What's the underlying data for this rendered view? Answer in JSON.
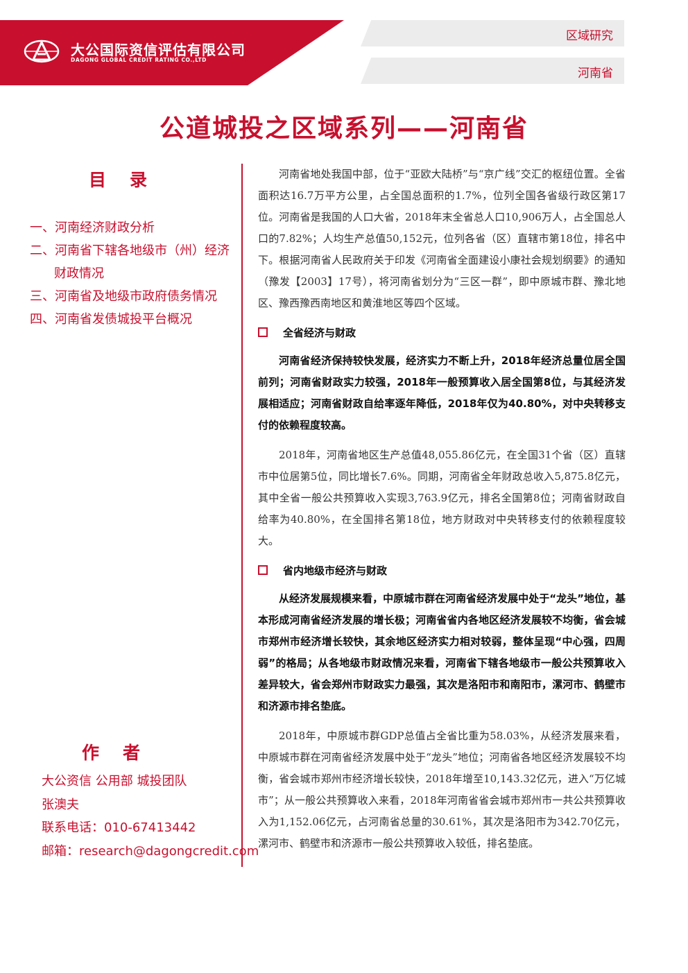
{
  "header": {
    "company_cn": "大公国际资信评估有限公司",
    "company_en": "DAGONG GLOBAL CREDIT RATING CO.,LTD",
    "tag_category": "区域研究",
    "tag_region": "河南省"
  },
  "title": "公道城投之区域系列——河南省",
  "toc": {
    "title": "目录",
    "items": [
      "一、河南经济财政分析",
      "二、河南省下辖各地级市（州）经济财政情况",
      "三、河南省及地级市政府债务情况",
      "四、河南省发债城投平台概况"
    ]
  },
  "authors": {
    "title": "作者",
    "team": "大公资信 公用部 城投团队",
    "name": "张澳夫",
    "phone": "联系电话：010-67413442",
    "email": "邮箱：research@dagongcredit.com"
  },
  "content": {
    "intro": "河南省地处我国中部，位于“亚欧大陆桥”与“京广线”交汇的枢纽位置。全省面积达16.7万平方公里，占全国总面积的1.7%，位列全国各省级行政区第17位。河南省是我国的人口大省，2018年末全省总人口10,906万人，占全国总人口的7.82%；人均生产总值50,152元，位列各省（区）直辖市第18位，排名中下。根据河南省人民政府关于印发《河南省全面建设小康社会规划纲要》的通知（豫发【2003】17号），将河南省划分为“三区一群”，即中原城市群、豫北地区、豫西豫西南地区和黄淮地区等四个区域。",
    "section1_title": "全省经济与财政",
    "section1_summary": "河南省经济保持较快发展，经济实力不断上升，2018年经济总量位居全国前列；河南省财政实力较强，2018年一般预算收入居全国第8位，与其经济发展相适应；河南省财政自给率逐年降低，2018年仅为40.80%，对中央转移支付的依赖程度较高。",
    "section1_body": "2018年，河南省地区生产总值48,055.86亿元，在全国31个省（区）直辖市中位居第5位，同比增长7.6%。同期，河南省全年财政总收入5,875.8亿元，其中全省一般公共预算收入实现3,763.9亿元，排名全国第8位；河南省财政自给率为40.80%，在全国排名第18位，地方财政对中央转移支付的依赖程度较大。",
    "section2_title": "省内地级市经济与财政",
    "section2_summary": "从经济发展规模来看，中原城市群在河南省经济发展中处于“龙头”地位，基本形成河南省经济发展的增长极；河南省省内各地区经济发展较不均衡，省会城市郑州市经济增长较快，其余地区经济实力相对较弱，整体呈现“中心强，四周弱”的格局；从各地级市财政情况来看，河南省下辖各地级市一般公共预算收入差异较大，省会郑州市财政实力最强，其次是洛阳市和南阳市，漯河市、鹤壁市和济源市排名垫底。",
    "section2_body": "2018年，中原城市群GDP总值占全省比重为58.03%，从经济发展来看，中原城市群在河南省经济发展中处于“龙头”地位；河南省各地区经济发展较不均衡，省会城市郑州市经济增长较快，2018年增至10,143.32亿元，进入“万亿城市”；从一般公共预算收入来看，2018年河南省省会城市郑州市一共公共预算收入为1,152.06亿元，占河南省总量的30.61%，其次是洛阳市为342.70亿元，漯河市、鹤壁市和济源市一般公共预算收入较低，排名垫底。"
  },
  "colors": {
    "brand_red": "#c8102e",
    "tag_bg": "#ececec"
  }
}
